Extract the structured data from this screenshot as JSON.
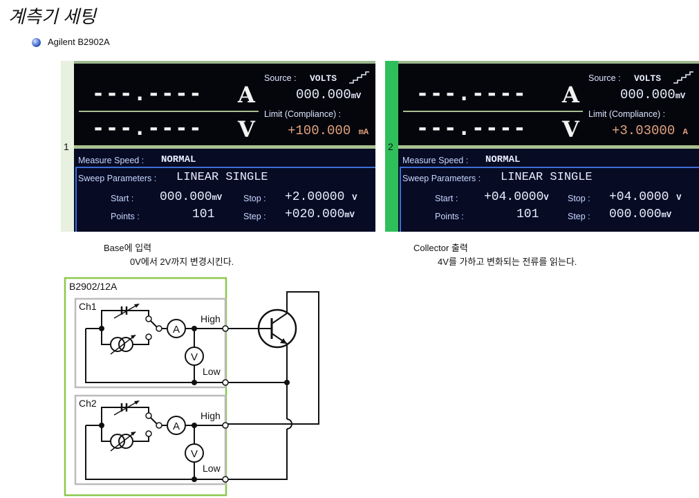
{
  "title": "계측기 세팅",
  "device": "Agilent B2902A",
  "panels": [
    {
      "number": "1",
      "reading_current": "---.----",
      "unit_current": "A",
      "reading_voltage": "---.----",
      "unit_voltage": "V",
      "source_label": "Source :",
      "source_mode": "VOLTS",
      "source_value": "000.000",
      "source_unit": "mV",
      "limit_label": "Limit (Compliance) :",
      "limit_value": "+100.000",
      "limit_unit": "mA",
      "speed_label": "Measure Speed :",
      "speed_value": "NORMAL",
      "sweep_label": "Sweep Parameters :",
      "sweep_value": "LINEAR SINGLE",
      "start_label": "Start :",
      "start_value": "000.000",
      "start_unit": "mV",
      "stop_label": "Stop :",
      "stop_value": "+2.00000",
      "stop_unit": "V",
      "points_label": "Points :",
      "points_value": "101",
      "step_label": "Step :",
      "step_value": "+020.000",
      "step_unit": "mV"
    },
    {
      "number": "2",
      "reading_current": "---.----",
      "unit_current": "A",
      "reading_voltage": "---.----",
      "unit_voltage": "V",
      "source_label": "Source :",
      "source_mode": "VOLTS",
      "source_value": "000.000",
      "source_unit": "mV",
      "limit_label": "Limit (Compliance) :",
      "limit_value": "+3.03000",
      "limit_unit": "A",
      "speed_label": "Measure Speed :",
      "speed_value": "NORMAL",
      "sweep_label": "Sweep Parameters :",
      "sweep_value": "LINEAR SINGLE",
      "start_label": "Start :",
      "start_value": "+04.0000",
      "start_unit": "V",
      "stop_label": "Stop :",
      "stop_value": "+04.0000",
      "stop_unit": "V",
      "points_label": "Points :",
      "points_value": "101",
      "step_label": "Step :",
      "step_value": "000.000",
      "step_unit": "mV"
    }
  ],
  "captions": {
    "base_title": "Base에 입력",
    "base_desc": "0V에서 2V까지 변경시킨다.",
    "collector_title": "Collector 출력",
    "collector_desc": "4V를 가하고 변화되는 전류를 읽는다."
  },
  "diagram": {
    "model": "B2902/12A",
    "ch1": "Ch1",
    "ch2": "Ch2",
    "high": "High",
    "low": "Low",
    "ammeter": "A",
    "voltmeter": "V"
  }
}
